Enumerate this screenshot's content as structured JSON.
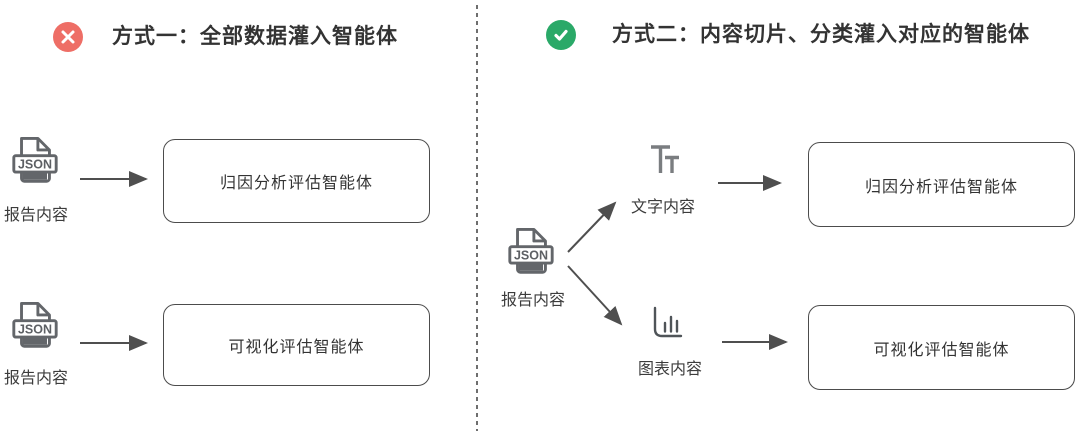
{
  "diagram": {
    "left": {
      "badge": "cross",
      "title": "方式一：全部数据灌入智能体",
      "rows": [
        {
          "source_icon": "json-file",
          "source_label": "报告内容",
          "agent": "归因分析评估智能体"
        },
        {
          "source_icon": "json-file",
          "source_label": "报告内容",
          "agent": "可视化评估智能体"
        }
      ]
    },
    "right": {
      "badge": "check",
      "title": "方式二：内容切片、分类灌入对应的智能体",
      "source": {
        "icon": "json-file",
        "label": "报告内容"
      },
      "branches": [
        {
          "icon": "text-type",
          "label": "文字内容",
          "agent": "归因分析评估智能体"
        },
        {
          "icon": "bar-chart",
          "label": "图表内容",
          "agent": "可视化评估智能体"
        }
      ]
    }
  },
  "icons": {
    "json_badge_text": "JSON"
  },
  "colors": {
    "error_red": "#ee6e66",
    "success_green": "#2aa968",
    "box_outline": "#4c4c4c",
    "icon_gray": "#63666a",
    "arrow_gray": "#4f4f4f",
    "text_dark": "#333333"
  }
}
